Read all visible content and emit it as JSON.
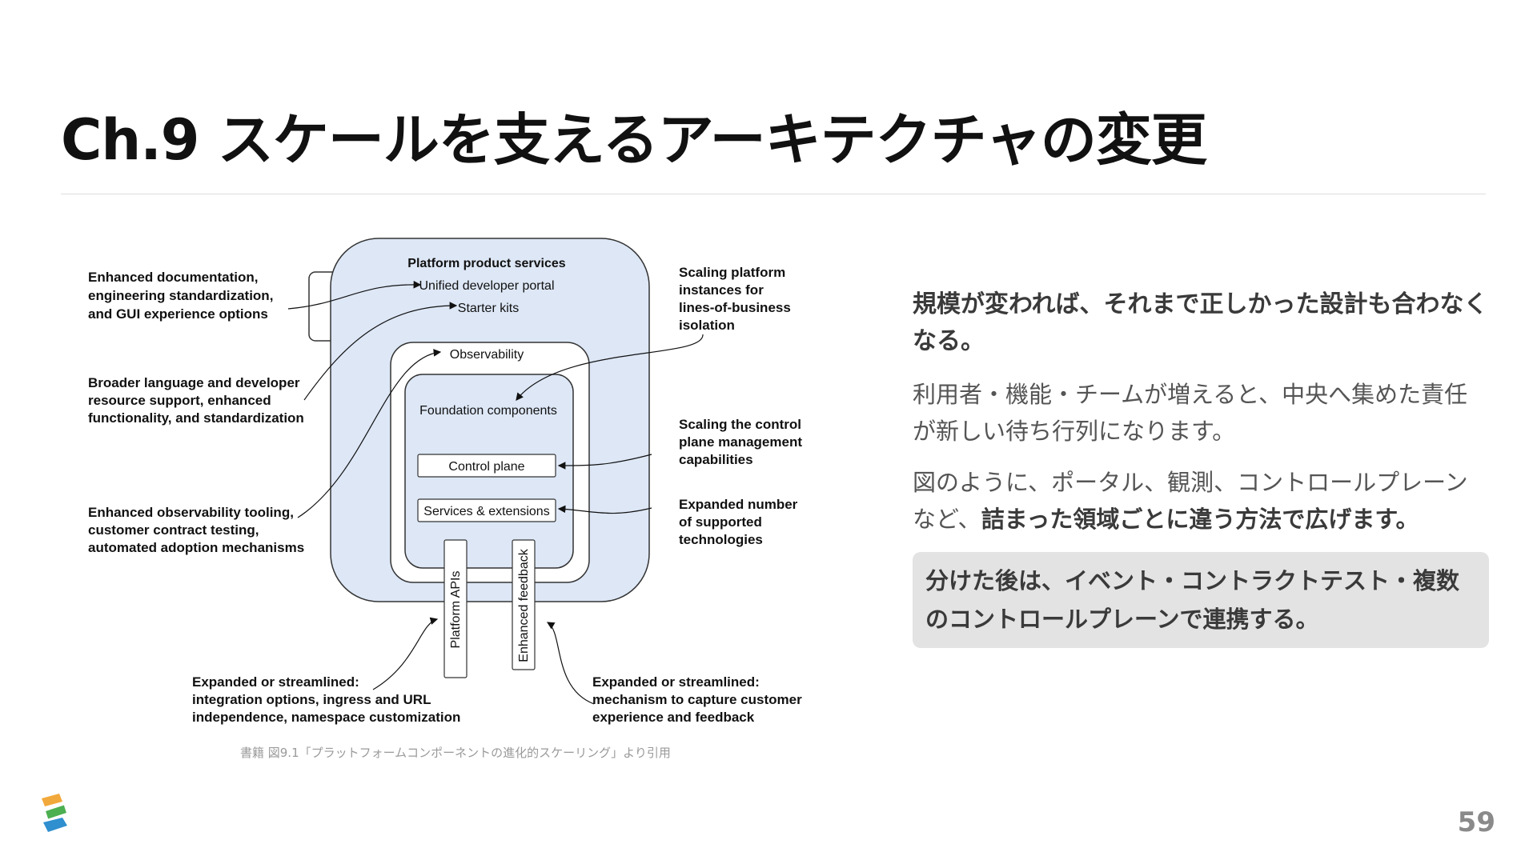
{
  "slide": {
    "title": "Ch.9 スケールを支えるアーキテクチャの変更",
    "page_number": "59"
  },
  "diagram": {
    "platform_product_services": "Platform product services",
    "unified_portal": "Unified developer portal",
    "starter_kits": "Starter kits",
    "observability": "Observability",
    "foundation_components": "Foundation components",
    "control_plane": "Control plane",
    "services_extensions": "Services & extensions",
    "platform_apis": "Platform APIs",
    "enhanced_feedback": "Enhanced feedback",
    "annotations": {
      "enhanced_doc": [
        "Enhanced documentation,",
        "engineering standardization,",
        "and GUI experience options"
      ],
      "broader_lang": [
        "Broader language and developer",
        "resource support, enhanced",
        "functionality, and standardization"
      ],
      "enhanced_obs": [
        "Enhanced observability tooling,",
        "customer contract testing,",
        "automated adoption mechanisms"
      ],
      "expanded_integration": [
        "Expanded or streamlined:",
        "integration options, ingress and URL",
        "independence, namespace customization"
      ],
      "scaling_instances": [
        "Scaling platform",
        "instances for",
        "lines-of-business",
        "isolation"
      ],
      "scaling_control": [
        "Scaling the control",
        "plane management",
        "capabilities"
      ],
      "expanded_tech": [
        "Expanded number",
        "of supported",
        "technologies"
      ],
      "expanded_feedback": [
        "Expanded or streamlined:",
        "mechanism to capture customer",
        "experience and feedback"
      ]
    }
  },
  "caption": "書籍 図9.1「プラットフォームコンポーネントの進化的スケーリング」より引用",
  "right": {
    "lead": "規模が変われば、それまで正しかった設計も合わなくなる。",
    "para1": "利用者・機能・チームが増えると、中央へ集めた責任が新しい待ち行列になります。",
    "para2_plain": "図のように、ポータル、観測、コントロールプレーンなど、",
    "para2_bold": "詰まった領域ごとに違う方法で広げます。",
    "callout": "分けた後は、イベント・コントラクトテスト・複数のコントロールプレーンで連携する。"
  }
}
